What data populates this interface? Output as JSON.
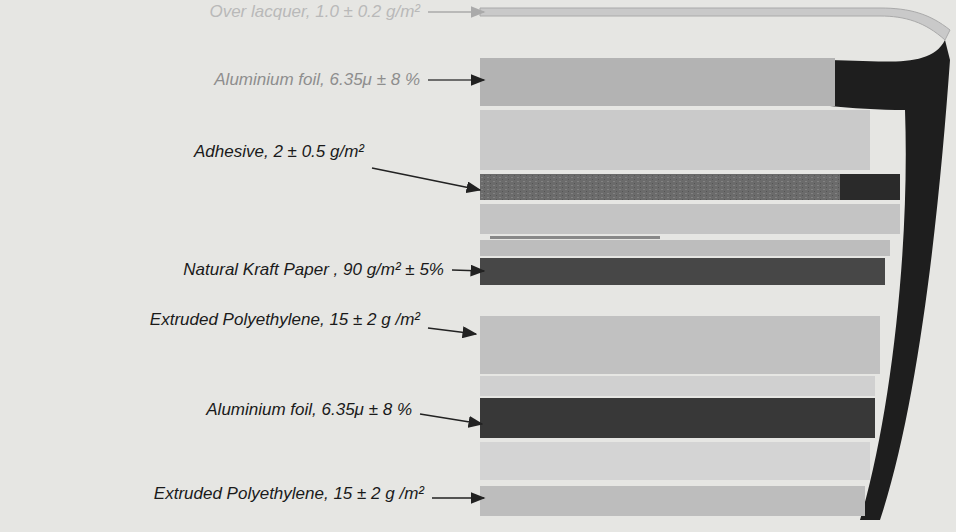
{
  "diagram": {
    "labels": [
      "Over lacquer, 1.0 ± 0.2 g/m²",
      "Aluminium foil, 6.35μ ± 8 %",
      "Adhesive, 2 ± 0.5 g/m²",
      "Natural Kraft Paper , 90 g/m² ± 5%",
      "Extruded Polyethylene, 15 ± 2 g /m²",
      "Aluminium foil, 6.35μ ± 8 %",
      "Extruded Polyethylene, 15 ± 2 g /m²"
    ]
  }
}
